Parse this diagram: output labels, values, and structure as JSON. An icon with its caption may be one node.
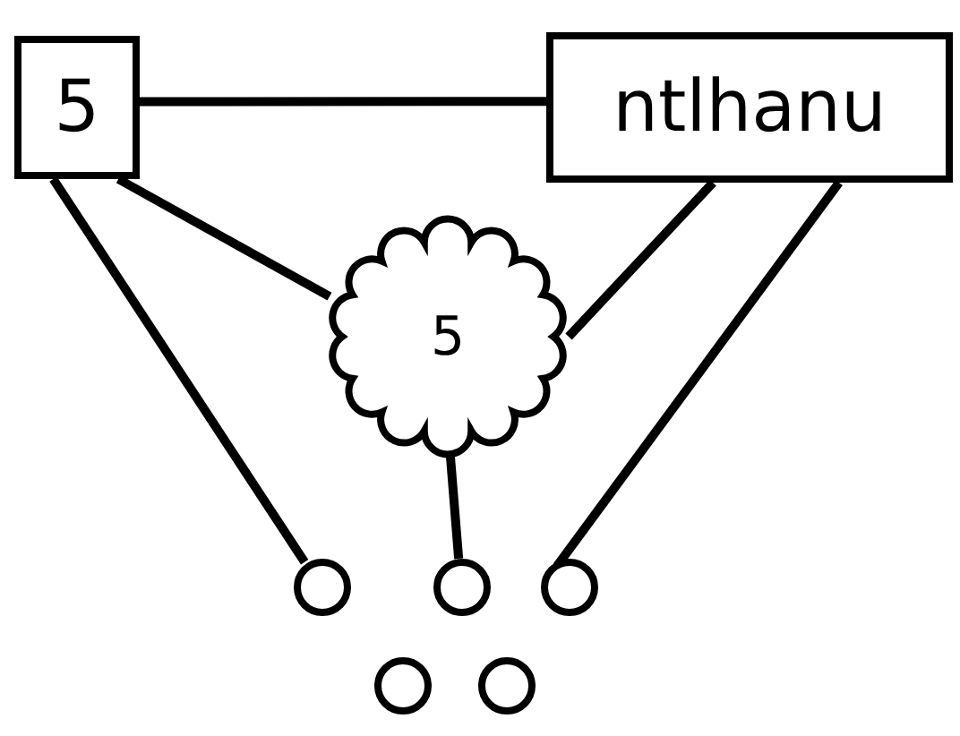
{
  "diagram": {
    "nodes": [
      {
        "text": [
          "5"
        ]
      },
      {
        "text": [
          "ntlhanu"
        ]
      },
      {
        "text": [
          "5"
        ]
      },
      {
        "text": [],
        "shape": "circle"
      },
      {
        "text": [],
        "shape": "circle"
      },
      {
        "text": [],
        "shape": "circle"
      },
      {
        "text": [],
        "shape": "circle"
      },
      {
        "text": [],
        "shape": "circle"
      }
    ],
    "edges": [
      {
        "from": 0,
        "to": 1,
        "arrow": "none"
      },
      {
        "from": 0,
        "to": 2,
        "arrow": "none"
      },
      {
        "from": 1,
        "to": 2,
        "arrow": "none"
      },
      {
        "from": 0,
        "to": 3,
        "arrow": "none"
      },
      {
        "from": 2,
        "to": 4,
        "arrow": "none"
      },
      {
        "from": 1,
        "to": 5,
        "arrow": "none"
      }
    ]
  }
}
